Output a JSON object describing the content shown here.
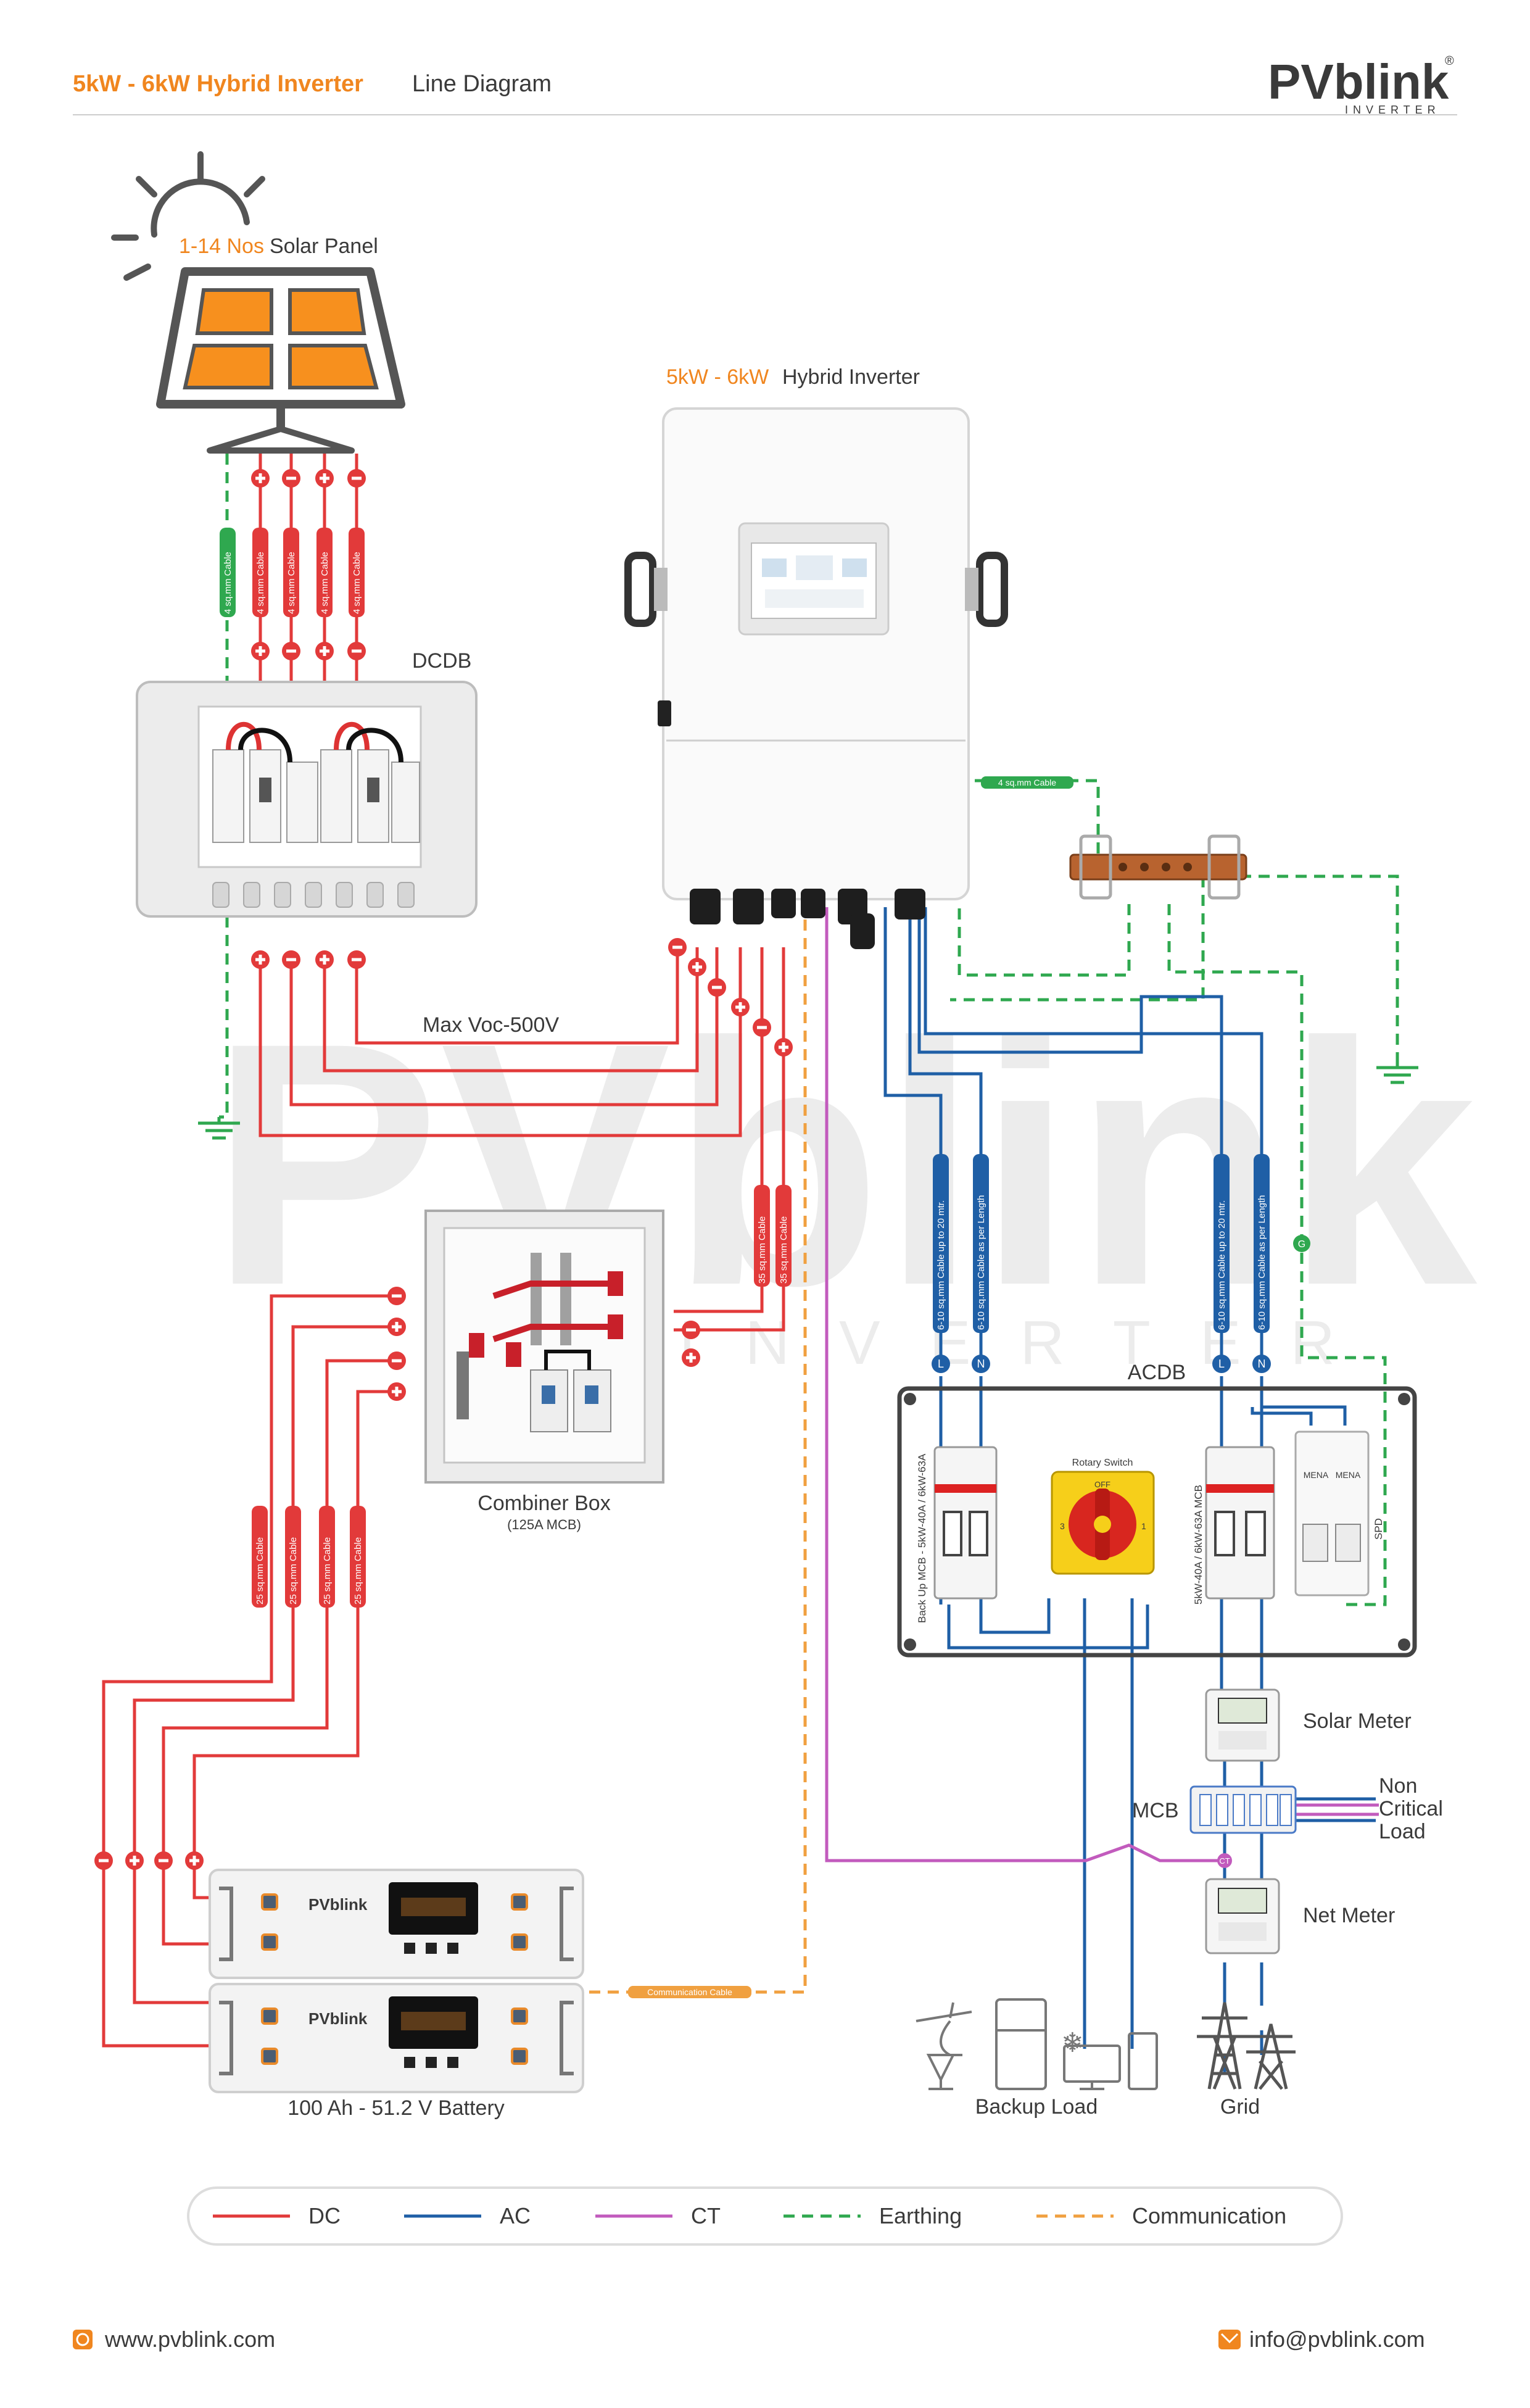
{
  "header": {
    "title_highlight": "5kW - 6kW Hybrid Inverter",
    "title_rest": " Line Diagram",
    "brand_logo": "PVblink",
    "brand_sub": "INVERTER"
  },
  "colors": {
    "accent": "#f0861f",
    "dc": "#e23a3a",
    "ac": "#1f5fa6",
    "ct": "#c25bbd",
    "earthing": "#2fa84f",
    "communication": "#f0a040",
    "panel_fill": "#f7901e",
    "text_dark": "#3a3a3a"
  },
  "solar": {
    "count_highlight": "1-14 Nos",
    "count_rest": " Solar Panel",
    "cable_labels": [
      "4 sq.mm Cable",
      "4 sq.mm Cable",
      "4 sq.mm Cable",
      "4 sq.mm Cable",
      "4 sq.mm Cable"
    ]
  },
  "inverter": {
    "title_highlight": "5kW - 6kW",
    "title_rest": " Hybrid Inverter"
  },
  "dcdb": {
    "label": "DCDB"
  },
  "max_voc": "Max Voc-500V",
  "ground_cable": "4 sq.mm Cable",
  "battery_cable": "35 sq.mm Cable",
  "combiner": {
    "label": "Combiner Box",
    "sublabel": "(125A MCB)"
  },
  "battery_cables": [
    "25 sq.mm Cable",
    "25 sq.mm Cable",
    "25 sq.mm Cable",
    "25 sq.mm Cable"
  ],
  "battery": {
    "label": "100 Ah - 51.2 V Battery",
    "brand": "PVblink",
    "communication_cable": "Communication Cable"
  },
  "ac_cable": {
    "length_20": "6-10 sq.mm Cable up to 20 mtr.",
    "per_length": "6-10 sq.mm Cable as per Length"
  },
  "acdb": {
    "label": "ACDB",
    "backup_mcb": "Back Up MCB - 5kW-40A / 6kW-63A",
    "rotary": "Rotary Switch",
    "rotary_off": "OFF",
    "grid_mcb": "5kW-40A / 6kW-63A MCB",
    "spd": "SPD",
    "spd_brand": "MENA"
  },
  "node_labels": {
    "L": "L",
    "N": "N",
    "G": "G",
    "ct": "CT",
    "off": "OFF",
    "pos_1": "1",
    "pos_3": "3"
  },
  "meters": {
    "solar": "Solar Meter",
    "net": "Net Meter"
  },
  "mcb_label": "MCB",
  "non_critical": [
    "Non",
    "Critical",
    "Load"
  ],
  "backup_load": "Backup Load",
  "grid": "Grid",
  "legend": [
    {
      "name": "DC",
      "color": "#e23a3a",
      "dashed": false
    },
    {
      "name": "AC",
      "color": "#1f5fa6",
      "dashed": false
    },
    {
      "name": "CT",
      "color": "#c25bbd",
      "dashed": false
    },
    {
      "name": "Earthing",
      "color": "#2fa84f",
      "dashed": true
    },
    {
      "name": "Communication",
      "color": "#f0a040",
      "dashed": true
    }
  ],
  "footer": {
    "website": "www.pvblink.com",
    "email": "info@pvblink.com"
  },
  "watermark": {
    "logo": "PVblink",
    "sub": "INVERTER"
  }
}
